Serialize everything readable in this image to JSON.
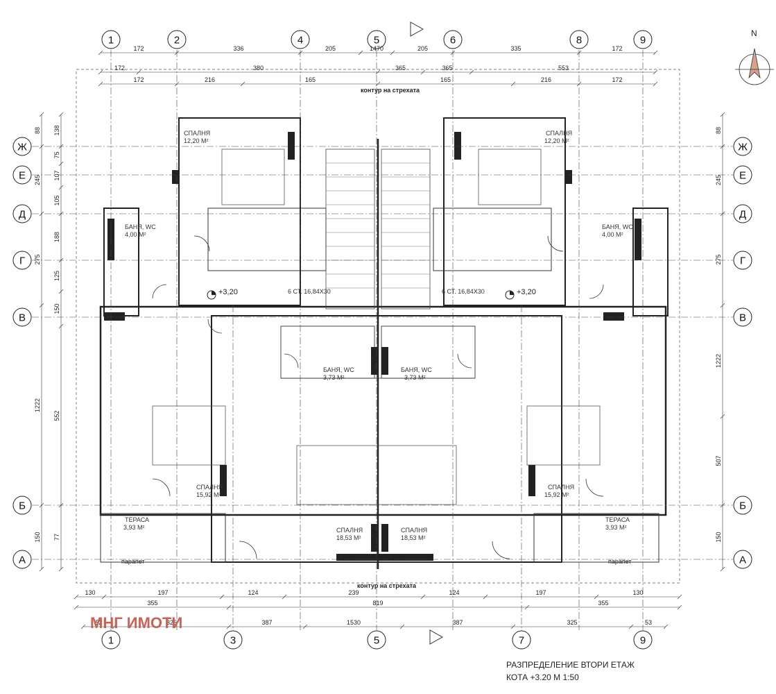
{
  "grid_top_labels": [
    "1",
    "2",
    "4",
    "5",
    "6",
    "8",
    "9"
  ],
  "grid_bottom_labels": [
    "1",
    "3",
    "5",
    "7",
    "9"
  ],
  "grid_left_labels": [
    "Ж",
    "Е",
    "Д",
    "Г",
    "В",
    "Б",
    "А"
  ],
  "grid_right_labels": [
    "Ж",
    "Е",
    "Д",
    "Г",
    "В",
    "Б",
    "А"
  ],
  "dims_top_row1": [
    "172",
    "336",
    "205",
    "1470",
    "205",
    "335",
    "172"
  ],
  "dims_top_row2": [
    "172",
    "380",
    "365",
    "365",
    "553"
  ],
  "dims_top_row3": [
    "172",
    "216",
    "165",
    "165",
    "216",
    "172"
  ],
  "dims_bottom_row1": [
    "130",
    "197",
    "124",
    "239",
    "124",
    "197",
    "130"
  ],
  "dims_bottom_row2": [
    "355",
    "819",
    "355"
  ],
  "dims_bottom_row3": [
    "52",
    "325",
    "387",
    "1530",
    "387",
    "325",
    "53"
  ],
  "dims_left_outer": [
    "88",
    "245",
    "275",
    "1222",
    "150"
  ],
  "dims_left_inner": [
    "138",
    "75",
    "107",
    "105",
    "188",
    "125",
    "150",
    "552",
    "77"
  ],
  "dims_right_outer": [
    "88",
    "245",
    "275",
    "1222",
    "507",
    "150"
  ],
  "eave_contour_label": "контур на стрехата",
  "parapet_label": "парапет",
  "rooms": [
    {
      "name": "СПАЛНЯ",
      "area": "12,20 M²"
    },
    {
      "name": "СПАЛНЯ",
      "area": "12,20 M²"
    },
    {
      "name": "БАНЯ, WC",
      "area": "4,00 M²"
    },
    {
      "name": "БАНЯ, WC",
      "area": "4,00 M²"
    },
    {
      "name": "БАНЯ, WC",
      "area": "3,73 M²"
    },
    {
      "name": "БАНЯ, WC",
      "area": "3,73 M²"
    },
    {
      "name": "СПАЛНЯ",
      "area": "15,92 M²"
    },
    {
      "name": "СПАЛНЯ",
      "area": "15,92 M²"
    },
    {
      "name": "СПАЛНЯ",
      "area": "18,53 M²"
    },
    {
      "name": "СПАЛНЯ",
      "area": "18,53 M²"
    },
    {
      "name": "ТЕРАСА",
      "area": "3,93 M²"
    },
    {
      "name": "ТЕРАСА",
      "area": "3,93 M²"
    }
  ],
  "level_marks": [
    "+3,20",
    "+3,20"
  ],
  "stair_label": "6 СТ. 16,84X30",
  "watermark": "МНГ ИМОТИ",
  "caption_line1": "РАЗПРЕДЕЛЕНИЕ ВТОРИ ЕТАЖ",
  "caption_line2": "КОТА +3.20 М 1:50",
  "north_label": "N",
  "accent_color": "#c95a4a",
  "ink_color": "#333333"
}
